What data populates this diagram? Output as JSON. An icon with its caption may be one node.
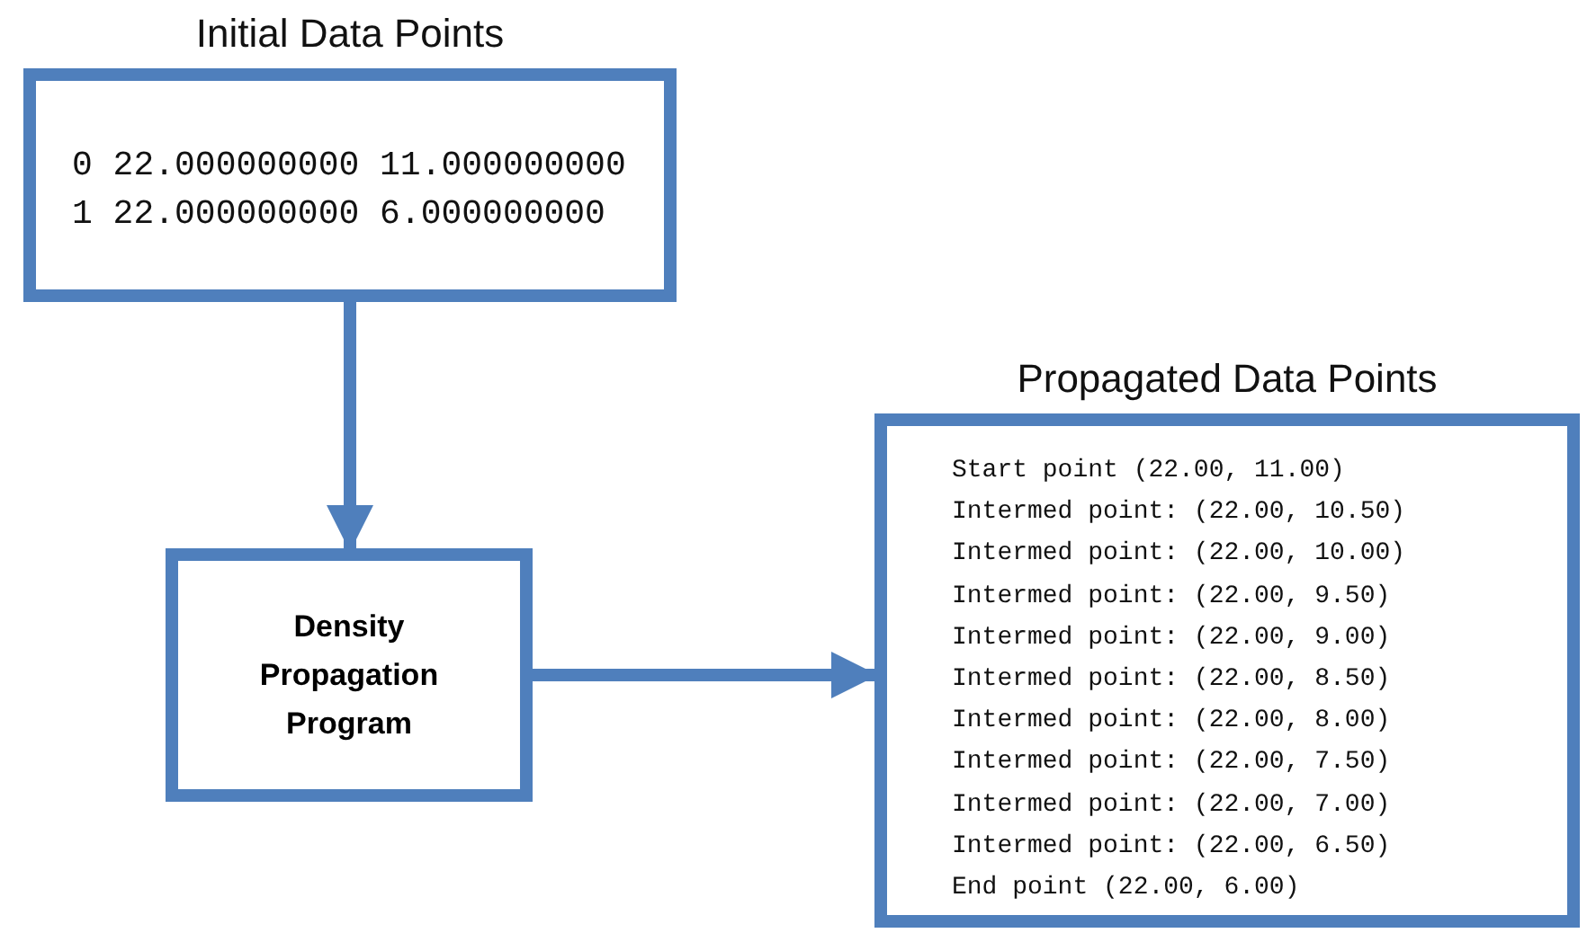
{
  "diagram": {
    "nodes": [
      {
        "text": [
          "Initial Data Points",
          "0 22.000000000 11.000000000",
          "1 22.000000000 6.000000000"
        ]
      },
      {
        "text": [
          "Density Propagation Program"
        ]
      },
      {
        "text": [
          "Propagated Data Points",
          "Start point (22.00, 11.00)",
          "Intermed point: (22.00, 10.50)",
          "Intermed point: (22.00, 10.00)",
          "Intermed point: (22.00, 9.50)",
          "Intermed point: (22.00, 9.00)",
          "Intermed point: (22.00, 8.50)",
          "Intermed point: (22.00, 8.00)",
          "Intermed point: (22.00, 7.50)",
          "Intermed point: (22.00, 7.00)",
          "Intermed point: (22.00, 6.50)",
          "End point (22.00, 6.00)"
        ]
      }
    ],
    "edges": [
      {
        "from": 0,
        "to": 1,
        "arrow": "to"
      },
      {
        "from": 1,
        "to": 2,
        "arrow": "to"
      }
    ]
  }
}
